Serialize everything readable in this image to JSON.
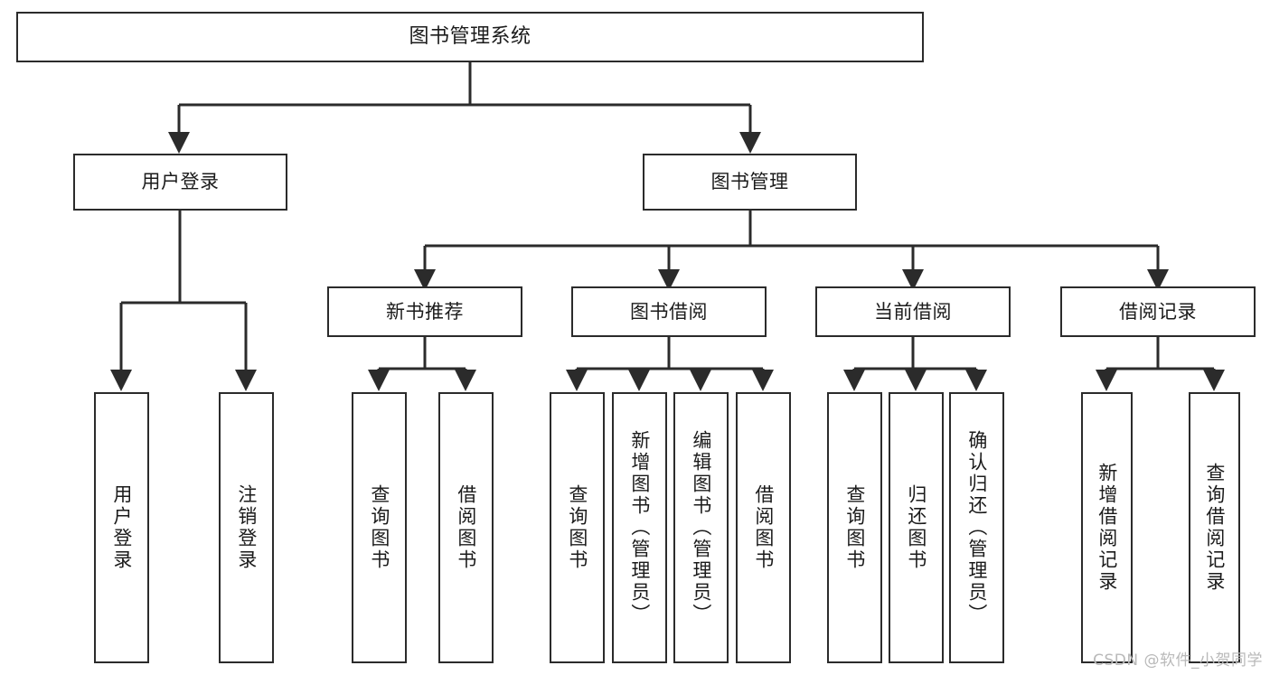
{
  "diagram": {
    "type": "tree",
    "title": "图书管理系统",
    "stroke_color": "#2b2b2b",
    "fill_color": "#ffffff",
    "text_color": "#1b1b1b",
    "nodes": {
      "root": {
        "label": "图书管理系统"
      },
      "level2": [
        {
          "label": "用户登录"
        },
        {
          "label": "图书管理"
        }
      ],
      "level3": [
        {
          "label": "新书推荐"
        },
        {
          "label": "图书借阅"
        },
        {
          "label": "当前借阅"
        },
        {
          "label": "借阅记录"
        }
      ],
      "leaves": {
        "user_login": [
          {
            "label": "用户登录"
          },
          {
            "label": "注销登录"
          }
        ],
        "new_book": [
          {
            "label": "查询图书"
          },
          {
            "label": "借阅图书"
          }
        ],
        "book_borrow": [
          {
            "label": "查询图书"
          },
          {
            "label": "新增图书（管理员）"
          },
          {
            "label": "编辑图书（管理员）"
          },
          {
            "label": "借阅图书"
          }
        ],
        "current_borrow": [
          {
            "label": "查询图书"
          },
          {
            "label": "归还图书"
          },
          {
            "label": "确认归还（管理员）"
          }
        ],
        "borrow_record": [
          {
            "label": "新增借阅记录"
          },
          {
            "label": "查询借阅记录"
          }
        ]
      }
    }
  },
  "watermark": {
    "text": "CSDN @软件_小贺同学"
  }
}
